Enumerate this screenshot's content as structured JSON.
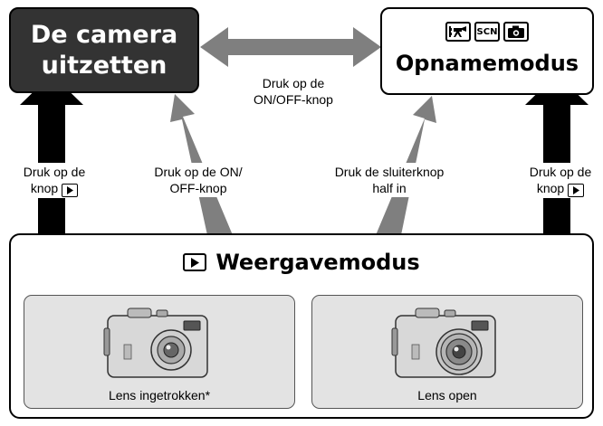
{
  "nodes": {
    "power_off": {
      "label": "De camera uitzetten"
    },
    "shooting": {
      "label": "Opnamemodus",
      "mode_icons": [
        "movie-mode-icon",
        "scn-mode-icon",
        "camera-mode-icon"
      ],
      "scn_text": "SCN"
    },
    "playback": {
      "label": "Weergavemodus"
    }
  },
  "lenses": {
    "retracted": {
      "caption": "Lens ingetrokken*"
    },
    "open": {
      "caption": "Lens open"
    }
  },
  "edges": {
    "off_shoot": {
      "line1": "Druk op de",
      "line2": "ON/OFF-knop"
    },
    "off_play": {
      "line1": "Druk op de",
      "line2": "knop"
    },
    "play_off": {
      "line1": "Druk op de ON/",
      "line2": "OFF-knop"
    },
    "play_shoot": {
      "line1": "Druk de sluiterknop",
      "line2": "half in"
    },
    "shoot_play": {
      "line1": "Druk op de",
      "line2": "knop"
    }
  },
  "colors": {
    "dark_box": "#333333",
    "gray_arrow": "#7f7f7f",
    "black_arrow": "#000000",
    "panel": "#e3e3e3"
  }
}
